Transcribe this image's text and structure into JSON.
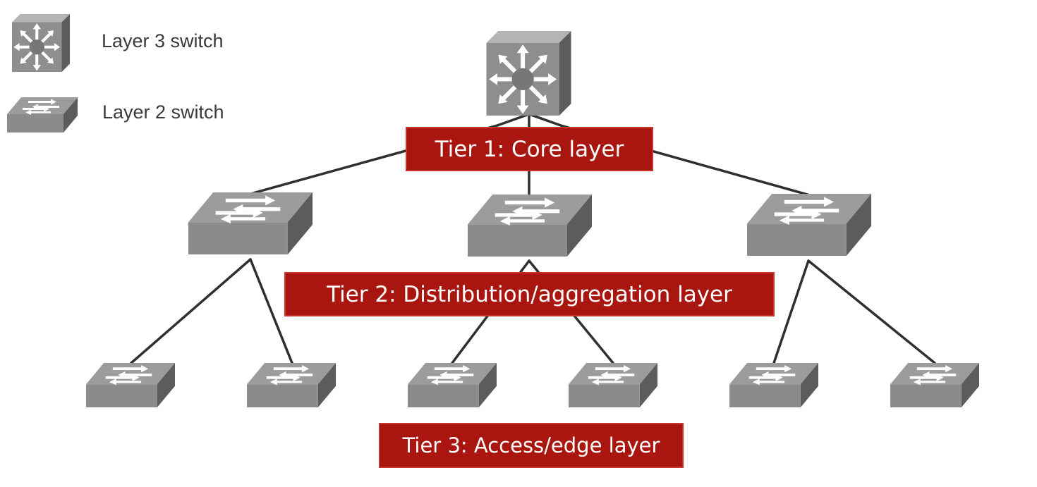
{
  "legend": {
    "items": [
      {
        "icon": "layer3-switch-icon",
        "label": "Layer 3 switch"
      },
      {
        "icon": "layer2-switch-icon",
        "label": "Layer 2 switch"
      }
    ]
  },
  "tiers": {
    "core": "Tier 1: Core layer",
    "distribution": "Tier 2: Distribution/aggregation layer",
    "access": "Tier 3: Access/edge layer"
  },
  "colors": {
    "tier_box": "#a8160f",
    "switch_top": "#9a9a9a",
    "switch_front": "#8a8a8a",
    "switch_side": "#5e5e5e",
    "link": "#2f2f2f"
  }
}
